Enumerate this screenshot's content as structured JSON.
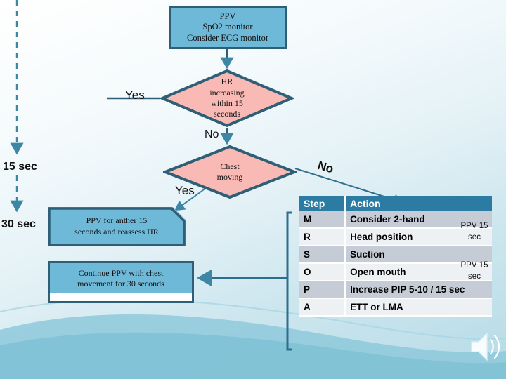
{
  "background": {
    "gradient_top": "#ffffff",
    "gradient_bottom": "#b5dbe7",
    "wave_color": "#8fc9da"
  },
  "theme": {
    "box_fill": "#6fb9d8",
    "box_border": "#2e5f77",
    "diamond_fill": "#f9b9b4",
    "diamond_border": "#2e5f77",
    "table_header_bg": "#2b7ba3",
    "table_header_text": "#ffffff",
    "row_shade": "#c6ccd6",
    "row_plain": "#eef1f4",
    "connector": "#3d87a5",
    "timeline": "#3d87a5"
  },
  "flow": {
    "ppv_box": {
      "line1": "PPV",
      "line2": "SpO2 monitor",
      "line3": "Consider ECG monitor"
    },
    "hr_decision": {
      "line1": "HR",
      "line2": "increasing",
      "line3": "within 15",
      "line4": "seconds"
    },
    "chest_decision": {
      "line1": "Chest",
      "line2": "moving"
    },
    "ppv_again_box": {
      "line1": "PPV for anther 15",
      "line2": "seconds and reassess HR"
    },
    "continue_box": {
      "line1": "Continue PPV with chest",
      "line2": "movement for 30 seconds"
    },
    "labels": {
      "yes_hr": "Yes",
      "no_hr": "No",
      "yes_chest": "Yes",
      "no_chest": "No"
    }
  },
  "timeline": {
    "marker_15": "15 sec",
    "marker_30": "30 sec"
  },
  "table": {
    "columns": [
      "Step",
      "Action"
    ],
    "rows": [
      {
        "step": "M",
        "action": "Consider 2-hand"
      },
      {
        "step": "R",
        "action": "Head position"
      },
      {
        "step": "S",
        "action": "Suction"
      },
      {
        "step": "O",
        "action": "Open mouth"
      },
      {
        "step": "P",
        "action": "Increase PIP 5-10 /  15 sec"
      },
      {
        "step": "A",
        "action": "ETT or LMA"
      }
    ]
  },
  "annotations": {
    "brace_1": "PPV 15 sec",
    "brace_2": "PPV 15 sec"
  },
  "icons": {
    "speaker": "speaker-icon"
  }
}
